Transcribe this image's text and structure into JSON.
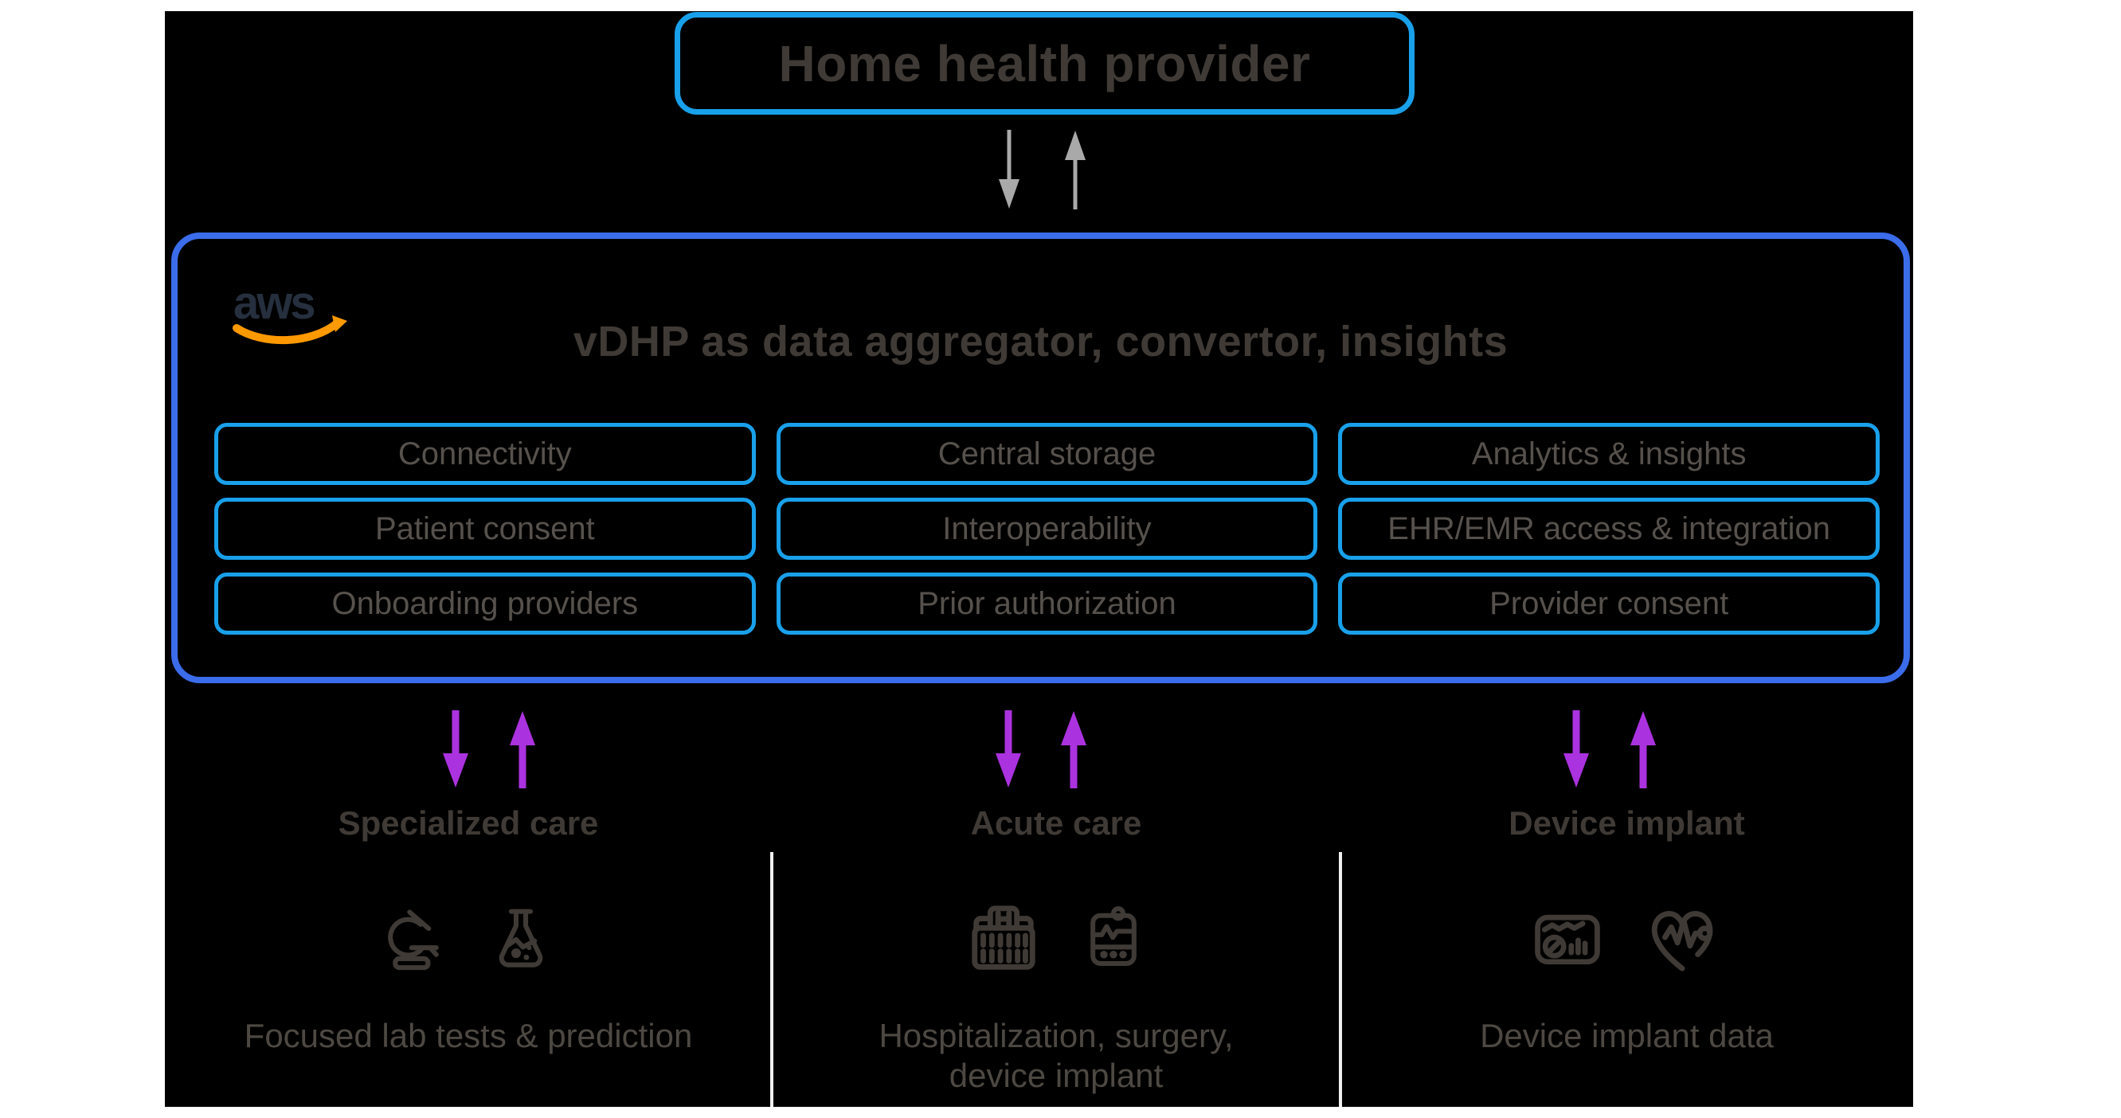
{
  "top_box": {
    "label": "Home health provider"
  },
  "platform": {
    "logo_text": "aws",
    "title": "vDHP as data aggregator, convertor, insights",
    "capabilities": [
      "Connectivity",
      "Central storage",
      "Analytics & insights",
      "Patient consent",
      "Interoperability",
      "EHR/EMR access & integration",
      "Onboarding providers",
      "Prior authorization",
      "Provider consent"
    ]
  },
  "sections": [
    {
      "label": "Specialized care",
      "caption": "Focused lab tests & prediction",
      "icons": [
        "microscope-icon",
        "lab-flask-icon"
      ]
    },
    {
      "label": "Acute care",
      "caption": "Hospitalization, surgery,\ndevice implant",
      "icons": [
        "hospital-building-icon",
        "patient-monitor-icon"
      ]
    },
    {
      "label": "Device implant",
      "caption": "Device implant data",
      "icons": [
        "device-dashboard-icon",
        "heart-pulse-icon"
      ]
    }
  ],
  "colors": {
    "page_background": "#ffffff",
    "canvas_background": "#000000",
    "cyan_border": "#19a0ea",
    "blue_border": "#3b6cea",
    "purple_arrow": "#ab32df",
    "gray_arrow": "#a9a9a9",
    "aws_navy": "#252f3e",
    "aws_orange": "#ff9900",
    "heading_text": "#3f3a35",
    "capability_text": "#56514c",
    "caption_text": "#4d4842"
  }
}
